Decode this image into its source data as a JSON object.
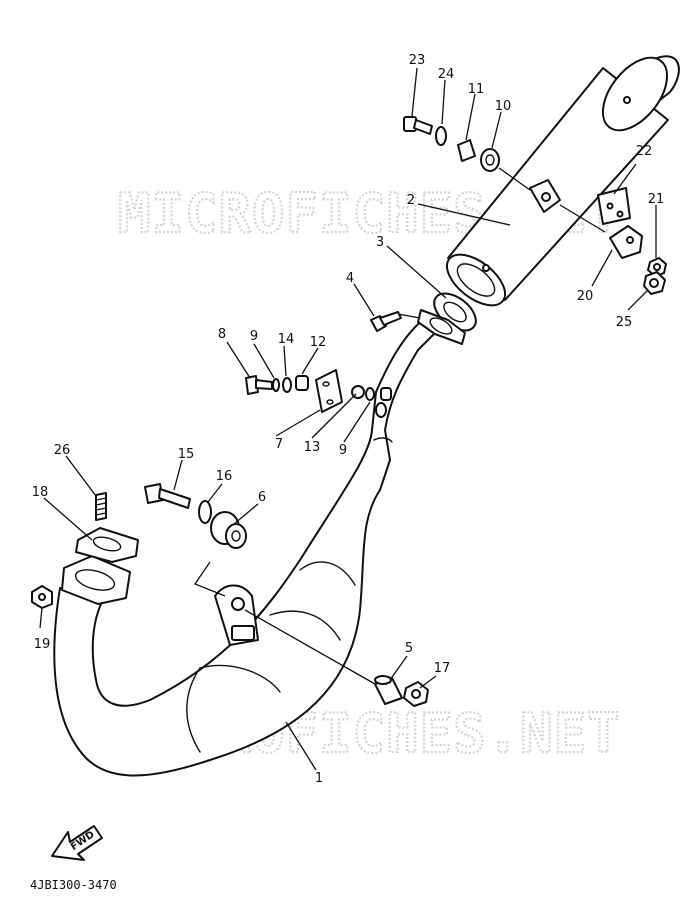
{
  "watermarks": [
    "MICROFICHES.NET",
    "MICROFICHES.NET"
  ],
  "diagram_code": "4JBI300-3470",
  "fwd_label": "FWD",
  "callouts": {
    "c1": "1",
    "c2": "2",
    "c3": "3",
    "c4": "4",
    "c5": "5",
    "c6": "6",
    "c7": "7",
    "c8": "8",
    "c9a": "9",
    "c9b": "9",
    "c10": "10",
    "c11": "11",
    "c12": "12",
    "c13": "13",
    "c14": "14",
    "c15": "15",
    "c16": "16",
    "c17": "17",
    "c18": "18",
    "c19": "19",
    "c20": "20",
    "c21": "21",
    "c22": "22",
    "c23": "23",
    "c24": "24",
    "c25": "25",
    "c26": "26"
  }
}
